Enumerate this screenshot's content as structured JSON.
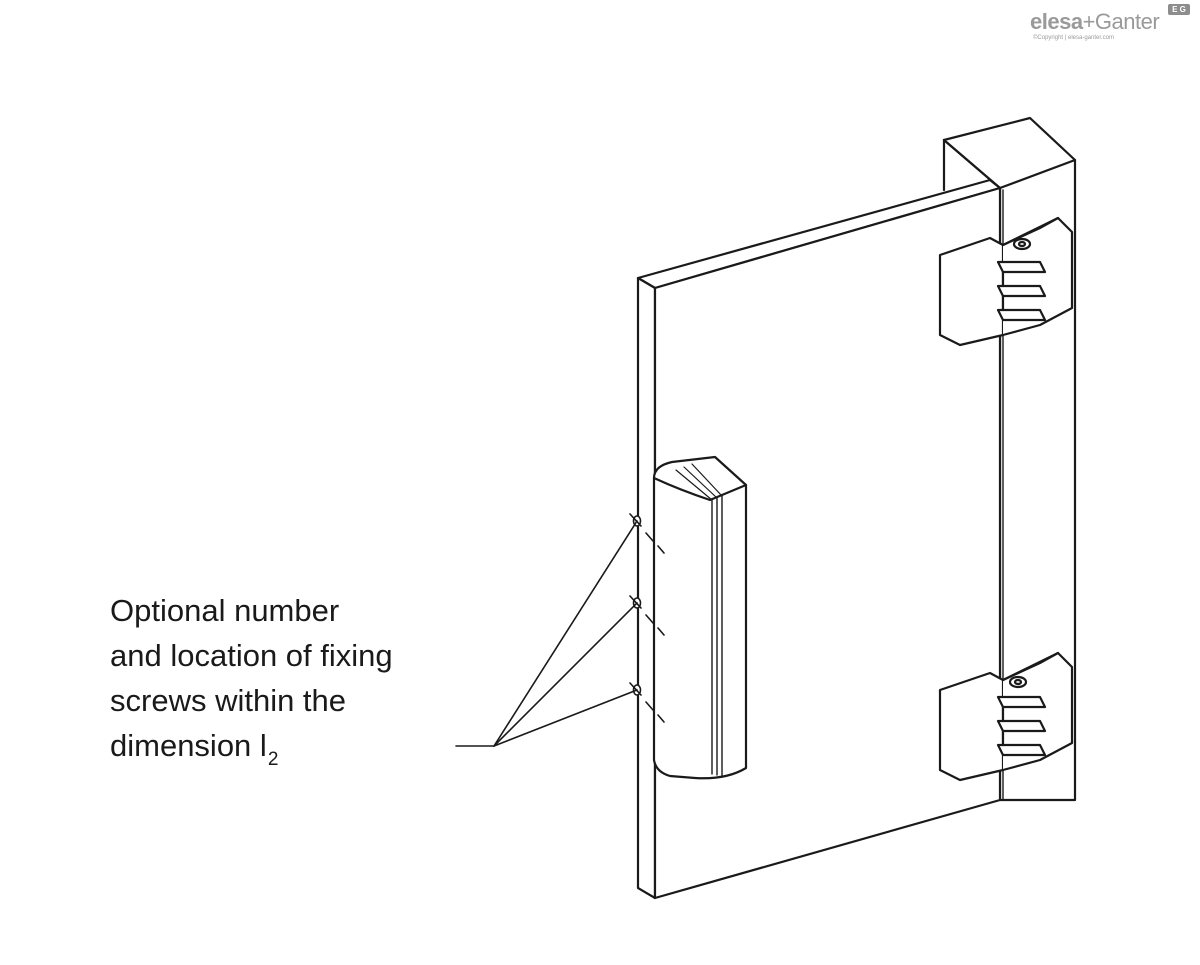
{
  "logo": {
    "brand_left": "elesa",
    "plus": "+",
    "brand_right": "Ganter",
    "badge": "E G",
    "copyright": "©Copyright | elesa-ganter.com"
  },
  "callout": {
    "line1": "Optional number",
    "line2": "and location of fixing",
    "line3": "screws within the",
    "line4_prefix": "dimension l",
    "line4_subscript": "2"
  },
  "colors": {
    "stroke": "#1a1a1a",
    "logo": "#9a9a9a"
  }
}
